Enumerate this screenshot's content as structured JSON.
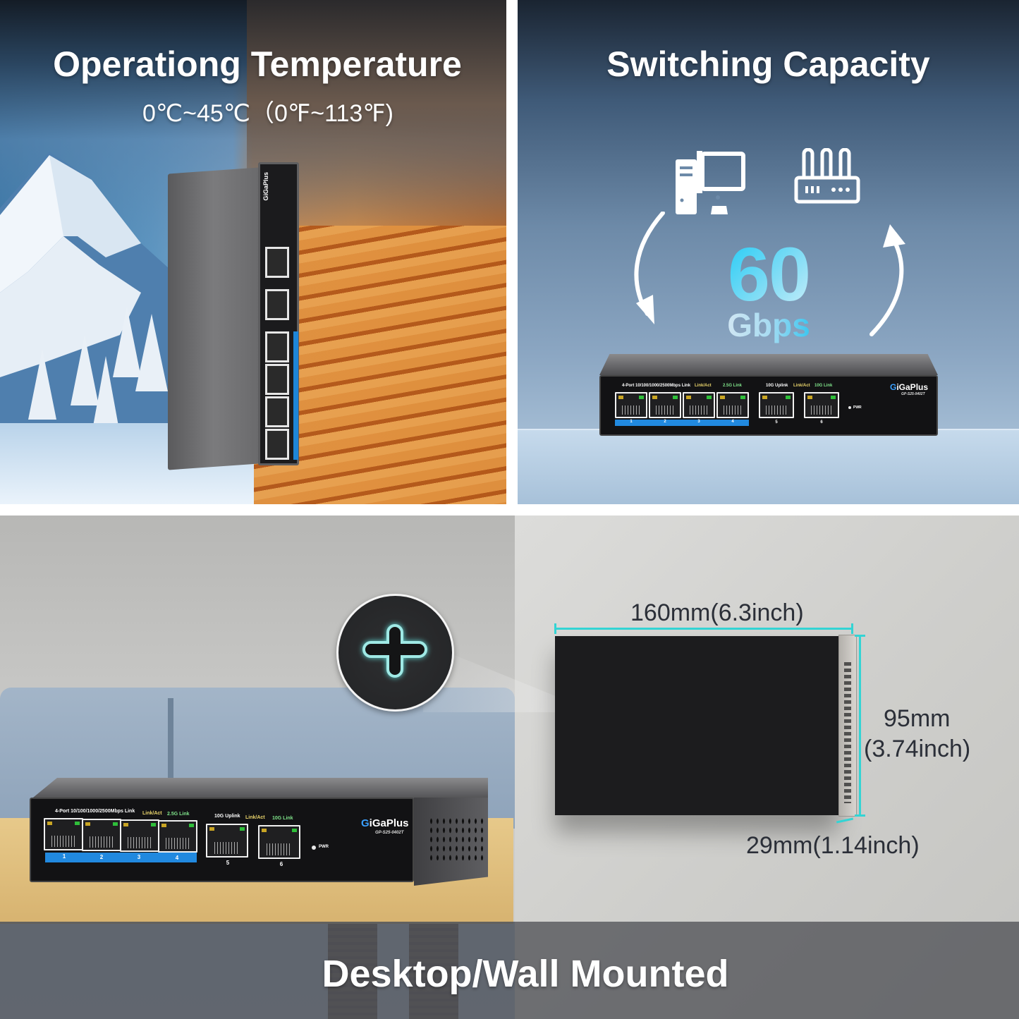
{
  "panels": {
    "temperature": {
      "title": "Operationg Temperature",
      "range": "0℃~45℃（0℉~113℉)",
      "device_brand": "GiGaPlus",
      "device_model": "GP-S25-0402T"
    },
    "switching": {
      "title": "Switching Capacity",
      "value": "60",
      "unit": "Gbps",
      "icons": [
        "desktop-computer-icon",
        "router-icon",
        "arrow-down-curved-icon",
        "arrow-up-curved-icon"
      ]
    },
    "mounting": {
      "title": "Desktop/Wall Mounted",
      "dimensions": {
        "width": "160mm(6.3inch)",
        "height_mm": "95mm",
        "height_in": "(3.74inch)",
        "depth": "29mm(1.14inch)"
      },
      "icons": [
        "screw-icon"
      ]
    }
  },
  "device": {
    "brand_prefix": "G",
    "brand_rest": "iGaPlus",
    "model": "GP-S25-0402T",
    "label_multi": "4-Port 10/100/1000/2500Mbps Link",
    "label_link_act": "Link/Act",
    "label_25g": "2.5G Link",
    "label_uplink": "10G Uplink",
    "label_10g": "10G Link",
    "pwr": "PWR",
    "ports": [
      "1",
      "2",
      "3",
      "4",
      "5",
      "6"
    ]
  },
  "colors": {
    "accent_cyan": "#33d4d4",
    "port_strip_blue": "#2189df",
    "value_cyan": "#12c8f5",
    "led_yellow": "#c9a524",
    "led_green": "#2fbf3a"
  }
}
